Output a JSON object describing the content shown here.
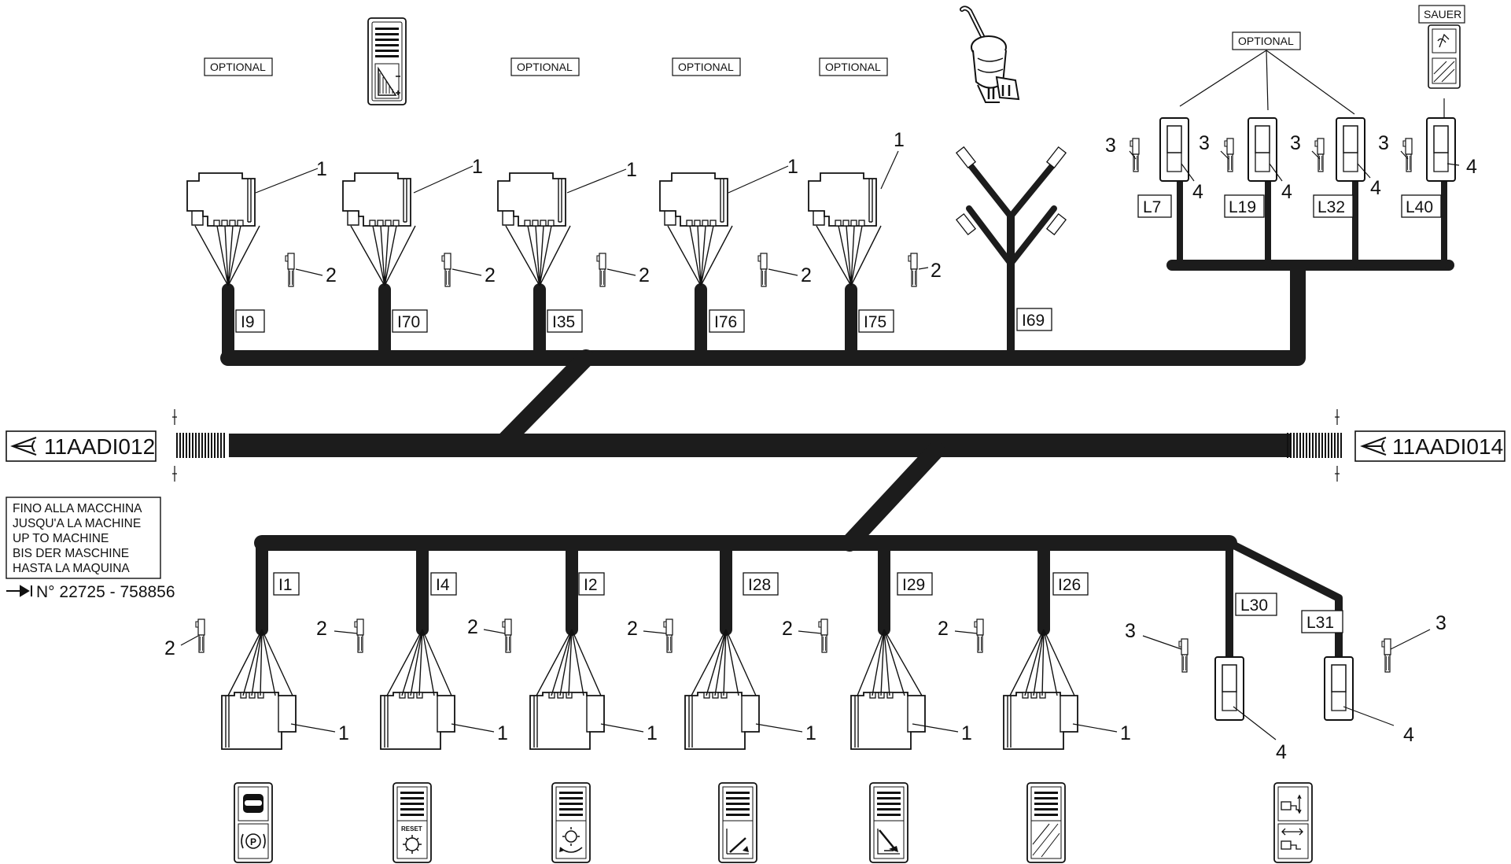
{
  "optional_labels": [
    "OPTIONAL",
    "OPTIONAL",
    "OPTIONAL",
    "OPTIONAL",
    "OPTIONAL"
  ],
  "sauer_label": "SAUER",
  "references": {
    "left": "11AADI012",
    "right": "11AADI014"
  },
  "note": {
    "lines": [
      "FINO ALLA MACCHINA",
      "JUSQU'A LA MACHINE",
      "UP TO MACHINE",
      "BIS DER MASCHINE",
      "HASTA LA MAQUINA"
    ],
    "serial": "N° 22725 - 758856"
  },
  "connectors_top": [
    "I9",
    "I70",
    "I35",
    "I76",
    "I75",
    "I69"
  ],
  "connectors_top_right": [
    "L7",
    "L19",
    "L32",
    "L40"
  ],
  "connectors_bottom": [
    "I1",
    "I4",
    "I2",
    "I28",
    "I29",
    "I26"
  ],
  "connectors_bottom_right": [
    "L30",
    "L31"
  ],
  "part_numbers": {
    "connector": "1",
    "pin": "2",
    "pin_small": "3",
    "plug": "4"
  },
  "switch_text": {
    "reset": "RESET"
  },
  "icons": [
    "rocker-switch-slope-icon",
    "joystick-icon",
    "rocker-switch-parking-brake-icon",
    "rocker-switch-reset-icon",
    "rocker-switch-rotation-icon",
    "rocker-switch-lever-icon",
    "rocker-switch-pedal-icon",
    "rocker-switch-hatched-icon",
    "rocker-switch-hydraulic-icon",
    "sauer-switch-icon",
    "eye-view-icon"
  ]
}
